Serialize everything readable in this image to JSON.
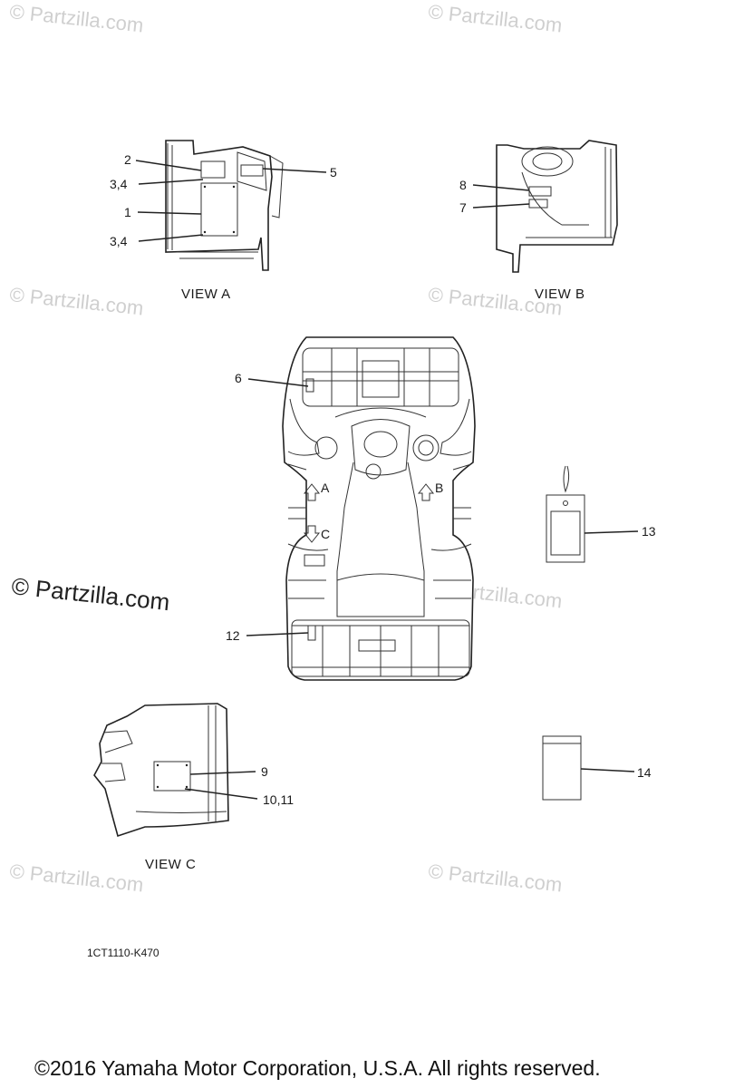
{
  "watermarks": {
    "small": "© Partzilla.com",
    "large": "© Partzilla.com"
  },
  "views": {
    "a": "VIEW A",
    "b": "VIEW B",
    "c": "VIEW C"
  },
  "callouts": {
    "c1": "1",
    "c2": "2",
    "c34a": "3,4",
    "c34b": "3,4",
    "c5": "5",
    "c6": "6",
    "c7": "7",
    "c8": "8",
    "c9": "9",
    "c1011": "10,11",
    "c12": "12",
    "c13": "13",
    "c14": "14"
  },
  "arrows": {
    "a": "A",
    "b": "B",
    "c": "C"
  },
  "diagram_code": "1CT1110-K470",
  "copyright": "©2016  Yamaha Motor Corporation, U.S.A. All rights reserved."
}
